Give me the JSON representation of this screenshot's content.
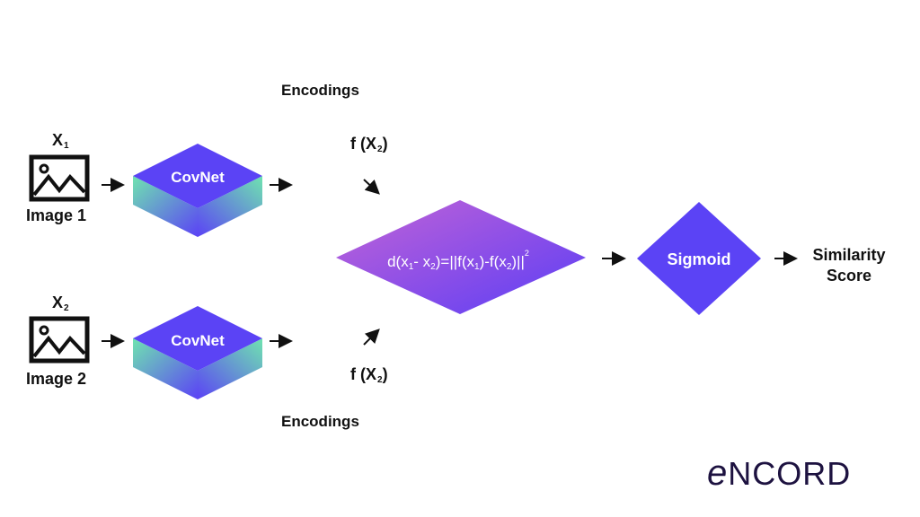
{
  "inputs": [
    {
      "var": "X",
      "sub": "1",
      "caption": "Image 1"
    },
    {
      "var": "X",
      "sub": "2",
      "caption": "Image 2"
    }
  ],
  "encoders": [
    {
      "label": "CovNet"
    },
    {
      "label": "CovNet"
    }
  ],
  "encodings": {
    "top_title": "Encodings",
    "bottom_title": "Encodings",
    "top_fn": {
      "prefix": "f (X",
      "sub": "2",
      "suffix": ")"
    },
    "bottom_fn": {
      "prefix": "f (X",
      "sub": "2",
      "suffix": ")"
    }
  },
  "distance": {
    "formula_parts": {
      "a": "d(x",
      "s1": "1",
      "b": "- x",
      "s2": "2",
      "c": ")=||f(x",
      "s3": "1",
      "d": ")-f(x",
      "s4": "2",
      "e": ")||",
      "sup": "2"
    }
  },
  "sigmoid": {
    "label": "Sigmoid"
  },
  "output": {
    "line1": "Similarity",
    "line2": "Score"
  },
  "logo": {
    "text": "ENCORD",
    "lead": "e",
    "rest": "NCORD"
  },
  "colors": {
    "encoder_top": "#5b43f5",
    "encoder_side_a": "#6fe3b0",
    "encoder_side_b": "#5b43f5",
    "distance_a": "#b45ad8",
    "distance_b": "#5a3ff5",
    "sigmoid": "#5b43f5",
    "logo": "#1d1240"
  }
}
